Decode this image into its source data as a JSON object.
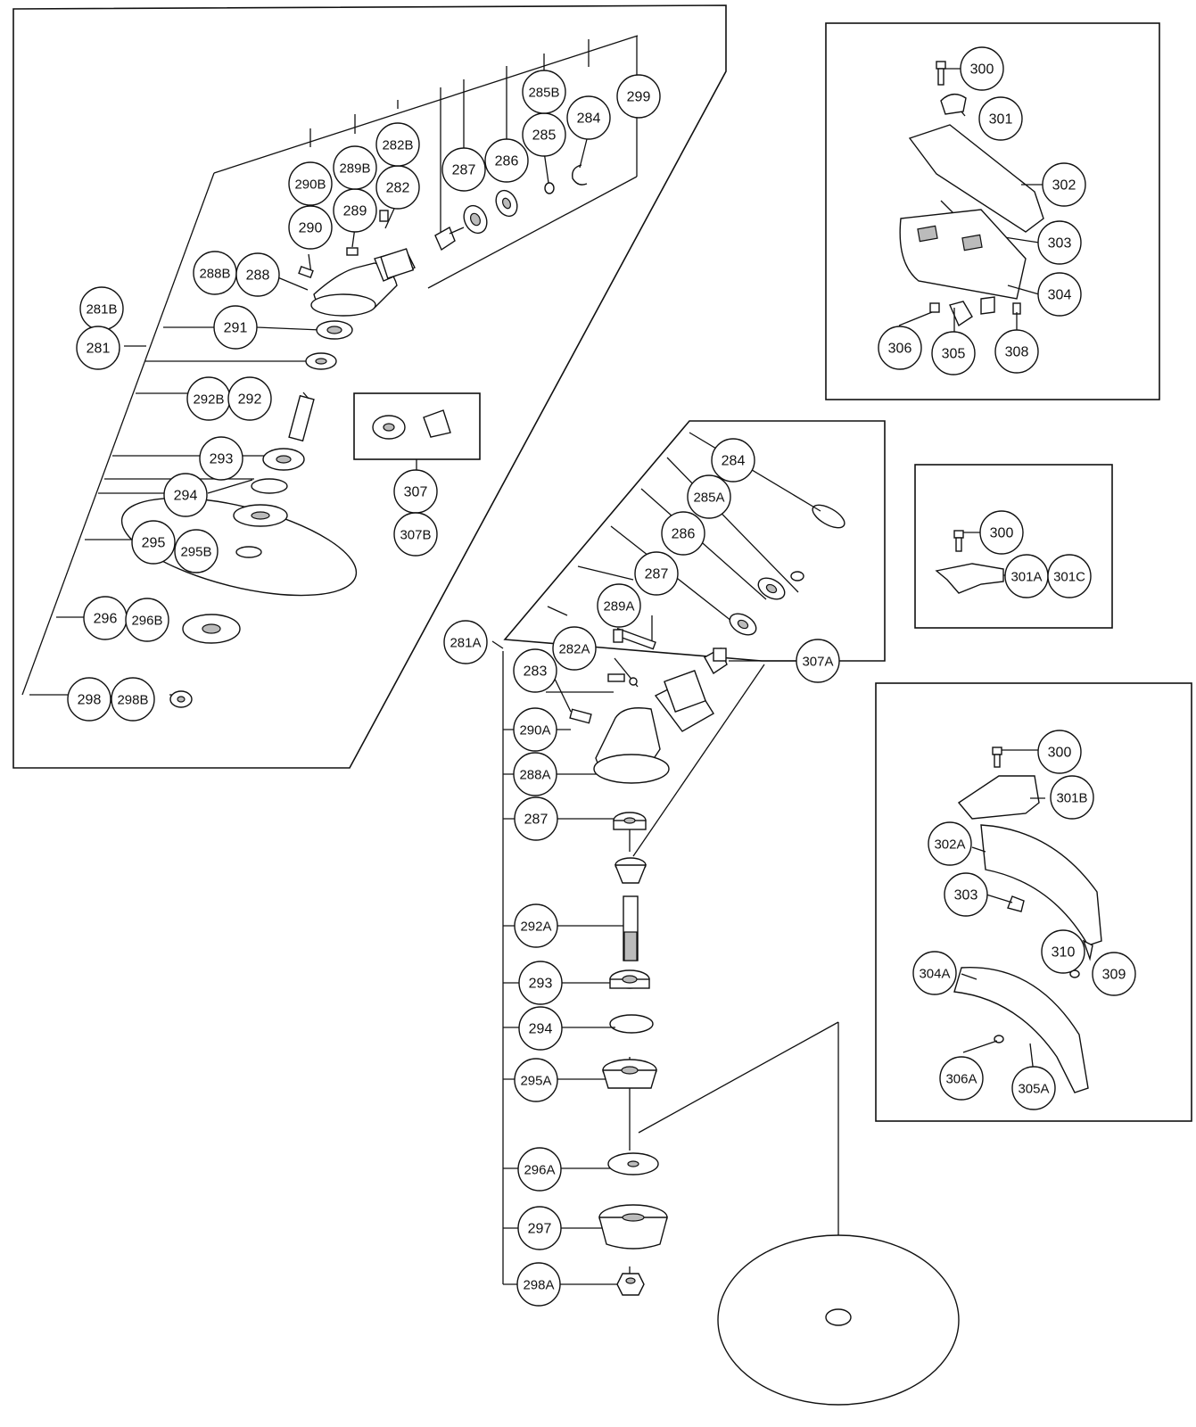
{
  "callouts": [
    {
      "id": "c281B",
      "label": "281B"
    },
    {
      "id": "c281",
      "label": "281"
    },
    {
      "id": "c288B",
      "label": "288B"
    },
    {
      "id": "c288",
      "label": "288"
    },
    {
      "id": "c290",
      "label": "290"
    },
    {
      "id": "c290B",
      "label": "290B"
    },
    {
      "id": "c289",
      "label": "289"
    },
    {
      "id": "c289B",
      "label": "289B"
    },
    {
      "id": "c282",
      "label": "282"
    },
    {
      "id": "c282B",
      "label": "282B"
    },
    {
      "id": "c287",
      "label": "287"
    },
    {
      "id": "c286",
      "label": "286"
    },
    {
      "id": "c285",
      "label": "285"
    },
    {
      "id": "c285B",
      "label": "285B"
    },
    {
      "id": "c284",
      "label": "284"
    },
    {
      "id": "c299",
      "label": "299"
    },
    {
      "id": "c291",
      "label": "291"
    },
    {
      "id": "c292B",
      "label": "292B"
    },
    {
      "id": "c292",
      "label": "292"
    },
    {
      "id": "c293",
      "label": "293"
    },
    {
      "id": "c294",
      "label": "294"
    },
    {
      "id": "c295",
      "label": "295"
    },
    {
      "id": "c295B",
      "label": "295B"
    },
    {
      "id": "c296",
      "label": "296"
    },
    {
      "id": "c296B",
      "label": "296B"
    },
    {
      "id": "c298",
      "label": "298"
    },
    {
      "id": "c298B",
      "label": "298B"
    },
    {
      "id": "c307",
      "label": "307"
    },
    {
      "id": "c307B",
      "label": "307B"
    },
    {
      "id": "k300",
      "label": "300"
    },
    {
      "id": "k301",
      "label": "301"
    },
    {
      "id": "k302",
      "label": "302"
    },
    {
      "id": "k303",
      "label": "303"
    },
    {
      "id": "k304",
      "label": "304"
    },
    {
      "id": "k306",
      "label": "306"
    },
    {
      "id": "k305",
      "label": "305"
    },
    {
      "id": "k308",
      "label": "308"
    },
    {
      "id": "m300",
      "label": "300"
    },
    {
      "id": "m301A",
      "label": "301A"
    },
    {
      "id": "m301C",
      "label": "301C"
    },
    {
      "id": "r300",
      "label": "300"
    },
    {
      "id": "r301B",
      "label": "301B"
    },
    {
      "id": "r302A",
      "label": "302A"
    },
    {
      "id": "r303",
      "label": "303"
    },
    {
      "id": "r310",
      "label": "310"
    },
    {
      "id": "r309",
      "label": "309"
    },
    {
      "id": "r304A",
      "label": "304A"
    },
    {
      "id": "r306A",
      "label": "306A"
    },
    {
      "id": "r305A",
      "label": "305A"
    },
    {
      "id": "d284",
      "label": "284"
    },
    {
      "id": "d285A",
      "label": "285A"
    },
    {
      "id": "d286",
      "label": "286"
    },
    {
      "id": "d287",
      "label": "287"
    },
    {
      "id": "d289A",
      "label": "289A"
    },
    {
      "id": "d281A",
      "label": "281A"
    },
    {
      "id": "d282A",
      "label": "282A"
    },
    {
      "id": "d283",
      "label": "283"
    },
    {
      "id": "d307A",
      "label": "307A"
    },
    {
      "id": "d290A",
      "label": "290A"
    },
    {
      "id": "d288A",
      "label": "288A"
    },
    {
      "id": "d287b",
      "label": "287"
    },
    {
      "id": "d292A",
      "label": "292A"
    },
    {
      "id": "d293",
      "label": "293"
    },
    {
      "id": "d294",
      "label": "294"
    },
    {
      "id": "d295A",
      "label": "295A"
    },
    {
      "id": "d296A",
      "label": "296A"
    },
    {
      "id": "d297",
      "label": "297"
    },
    {
      "id": "d298A",
      "label": "298A"
    }
  ]
}
